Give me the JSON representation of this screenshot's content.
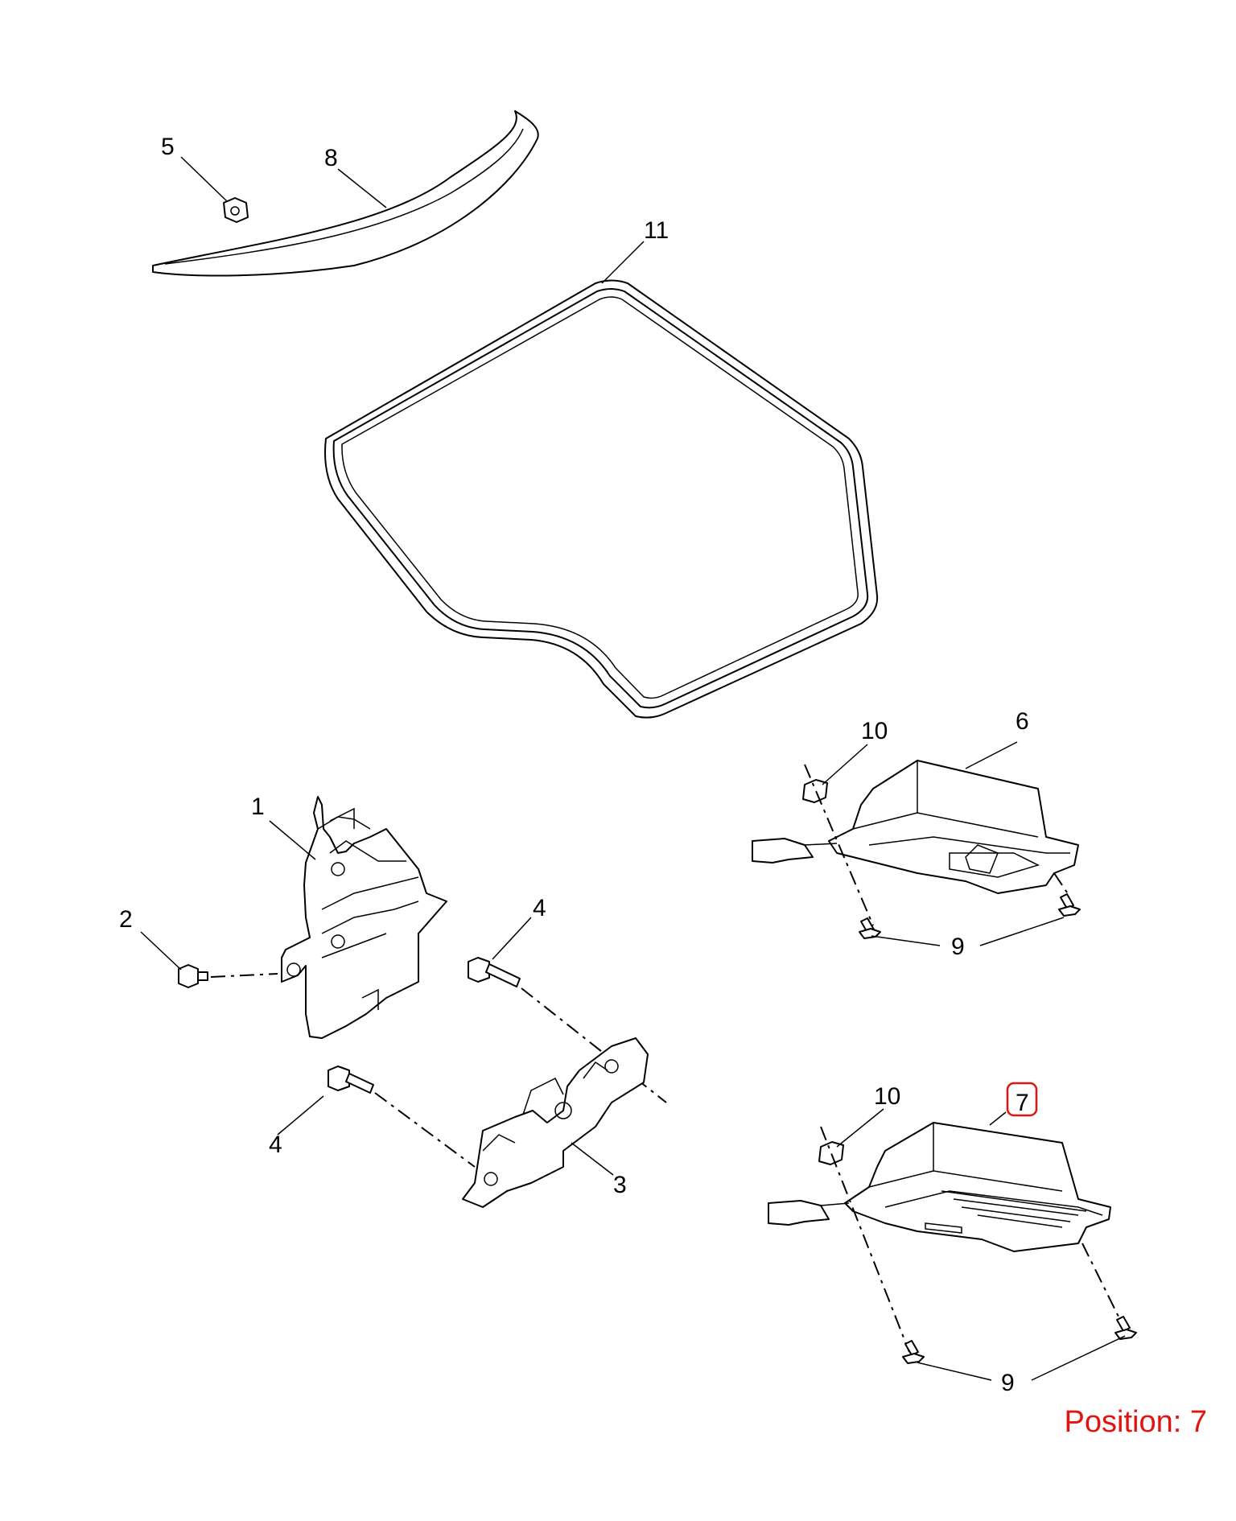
{
  "diagram": {
    "callouts": [
      {
        "id": "5",
        "label": "5"
      },
      {
        "id": "8",
        "label": "8"
      },
      {
        "id": "11",
        "label": "11"
      },
      {
        "id": "1",
        "label": "1"
      },
      {
        "id": "2",
        "label": "2"
      },
      {
        "id": "4a",
        "label": "4"
      },
      {
        "id": "4b",
        "label": "4"
      },
      {
        "id": "3",
        "label": "3"
      },
      {
        "id": "10a",
        "label": "10"
      },
      {
        "id": "6",
        "label": "6"
      },
      {
        "id": "9a",
        "label": "9"
      },
      {
        "id": "10b",
        "label": "10"
      },
      {
        "id": "7",
        "label": "7"
      },
      {
        "id": "9b",
        "label": "9"
      }
    ],
    "highlight_color": "#e3140f",
    "position_label": "Position: 7"
  }
}
